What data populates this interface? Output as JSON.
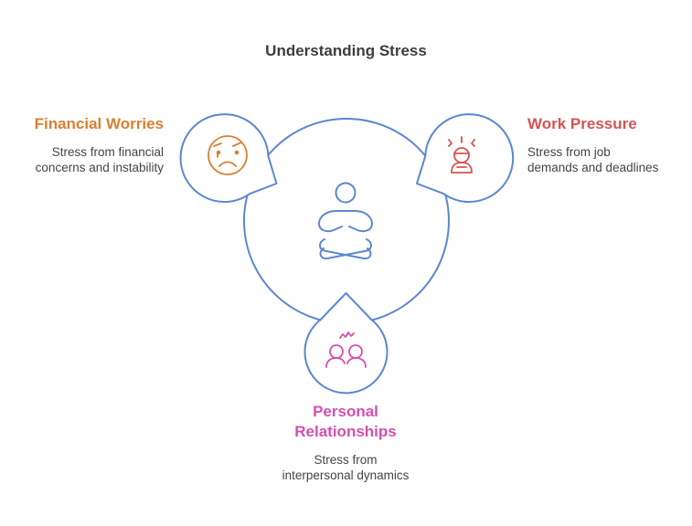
{
  "title": "Understanding Stress",
  "colors": {
    "outline": "#5b87d1",
    "financial": "#d8802e",
    "work": "#d65353",
    "personal": "#d54fae",
    "text": "#444444"
  },
  "nodes": {
    "financial": {
      "heading": "Financial Worries",
      "description_line1": "Stress from financial",
      "description_line2": "concerns and instability",
      "icon": "frustrated-face-icon"
    },
    "work": {
      "heading": "Work Pressure",
      "description_line1": "Stress from job",
      "description_line2": "demands and deadlines",
      "icon": "stressed-person-icon"
    },
    "personal": {
      "heading_line1": "Personal",
      "heading_line2": "Relationships",
      "description_line1": "Stress from",
      "description_line2": "interpersonal dynamics",
      "icon": "arguing-people-icon"
    }
  },
  "center_icon": "meditation-person-icon"
}
